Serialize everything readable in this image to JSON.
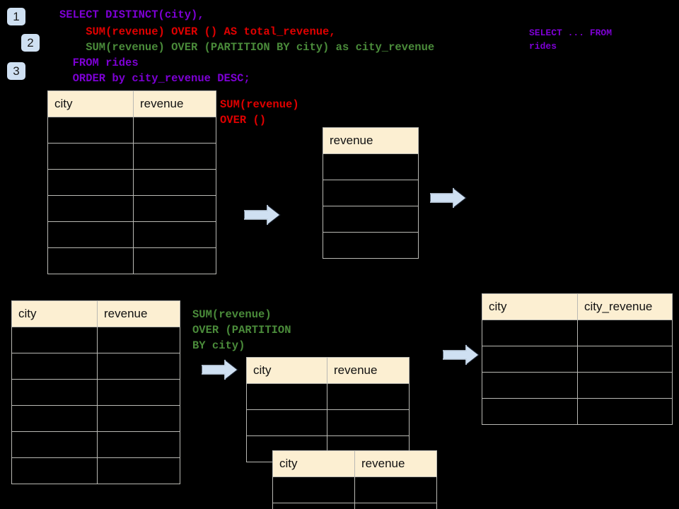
{
  "page": {
    "background": "#000000",
    "header_fill": "#fcefd2",
    "grid_line": "#b9b9b4",
    "badge_fill": "#cfe0f2",
    "arrow_fill": "#cfe0f2"
  },
  "steps": [
    {
      "label": "1"
    },
    {
      "label": "2"
    },
    {
      "label": "3"
    }
  ],
  "sql": {
    "lines": [
      {
        "text": "SELECT DISTINCT(city),",
        "color": "purple"
      },
      {
        "text": "    SUM(revenue) OVER () AS total_revenue,",
        "color": "red"
      },
      {
        "text": "    SUM(revenue) OVER (PARTITION BY city) as city_revenue",
        "color": "green"
      },
      {
        "text": "  FROM rides",
        "color": "purple"
      },
      {
        "text": "  ORDER by city_revenue DESC;",
        "color": "purple"
      }
    ]
  },
  "annotations": {
    "top_right": {
      "text": "SELECT ... FROM\nrides",
      "color": "purple"
    },
    "over_empty": {
      "text": "SUM(revenue)\nOVER ()",
      "color": "red"
    },
    "over_partition": {
      "text": "SUM(revenue)\nOVER (PARTITION\nBY city)",
      "color": "green"
    }
  },
  "tables": {
    "source_top": {
      "name": "rides-source-table",
      "columns": [
        "city",
        "revenue"
      ],
      "row_count": 6,
      "rows": [
        [
          "",
          ""
        ],
        [
          "",
          ""
        ],
        [
          "",
          ""
        ],
        [
          "",
          ""
        ],
        [
          "",
          ""
        ],
        [
          "",
          ""
        ]
      ]
    },
    "total_revenue": {
      "name": "total-revenue-table",
      "columns": [
        "revenue"
      ],
      "row_count": 4,
      "rows": [
        [
          ""
        ],
        [
          ""
        ],
        [
          ""
        ],
        [
          ""
        ]
      ]
    },
    "source_bottom": {
      "name": "rides-source-table-bottom",
      "columns": [
        "city",
        "revenue"
      ],
      "row_count": 6,
      "rows": [
        [
          "",
          ""
        ],
        [
          "",
          ""
        ],
        [
          "",
          ""
        ],
        [
          "",
          ""
        ],
        [
          "",
          ""
        ],
        [
          "",
          ""
        ]
      ]
    },
    "partition_back": {
      "name": "partition-group-table-back",
      "columns": [
        "city",
        "revenue"
      ],
      "row_count": 3,
      "rows": [
        [
          "",
          ""
        ],
        [
          "",
          ""
        ],
        [
          "",
          ""
        ]
      ]
    },
    "partition_front": {
      "name": "partition-group-table-front",
      "columns": [
        "city",
        "revenue"
      ],
      "row_count": 2,
      "rows": [
        [
          "",
          ""
        ],
        [
          "",
          ""
        ]
      ]
    },
    "result": {
      "name": "result-table",
      "columns": [
        "city",
        "city_revenue"
      ],
      "row_count": 4,
      "rows": [
        [
          "",
          ""
        ],
        [
          "",
          ""
        ],
        [
          "",
          ""
        ],
        [
          "",
          ""
        ]
      ]
    }
  },
  "arrows": [
    {
      "name": "arrow-source-to-total"
    },
    {
      "name": "arrow-total-to-result"
    },
    {
      "name": "arrow-source-to-partition"
    },
    {
      "name": "arrow-partition-to-result"
    }
  ]
}
